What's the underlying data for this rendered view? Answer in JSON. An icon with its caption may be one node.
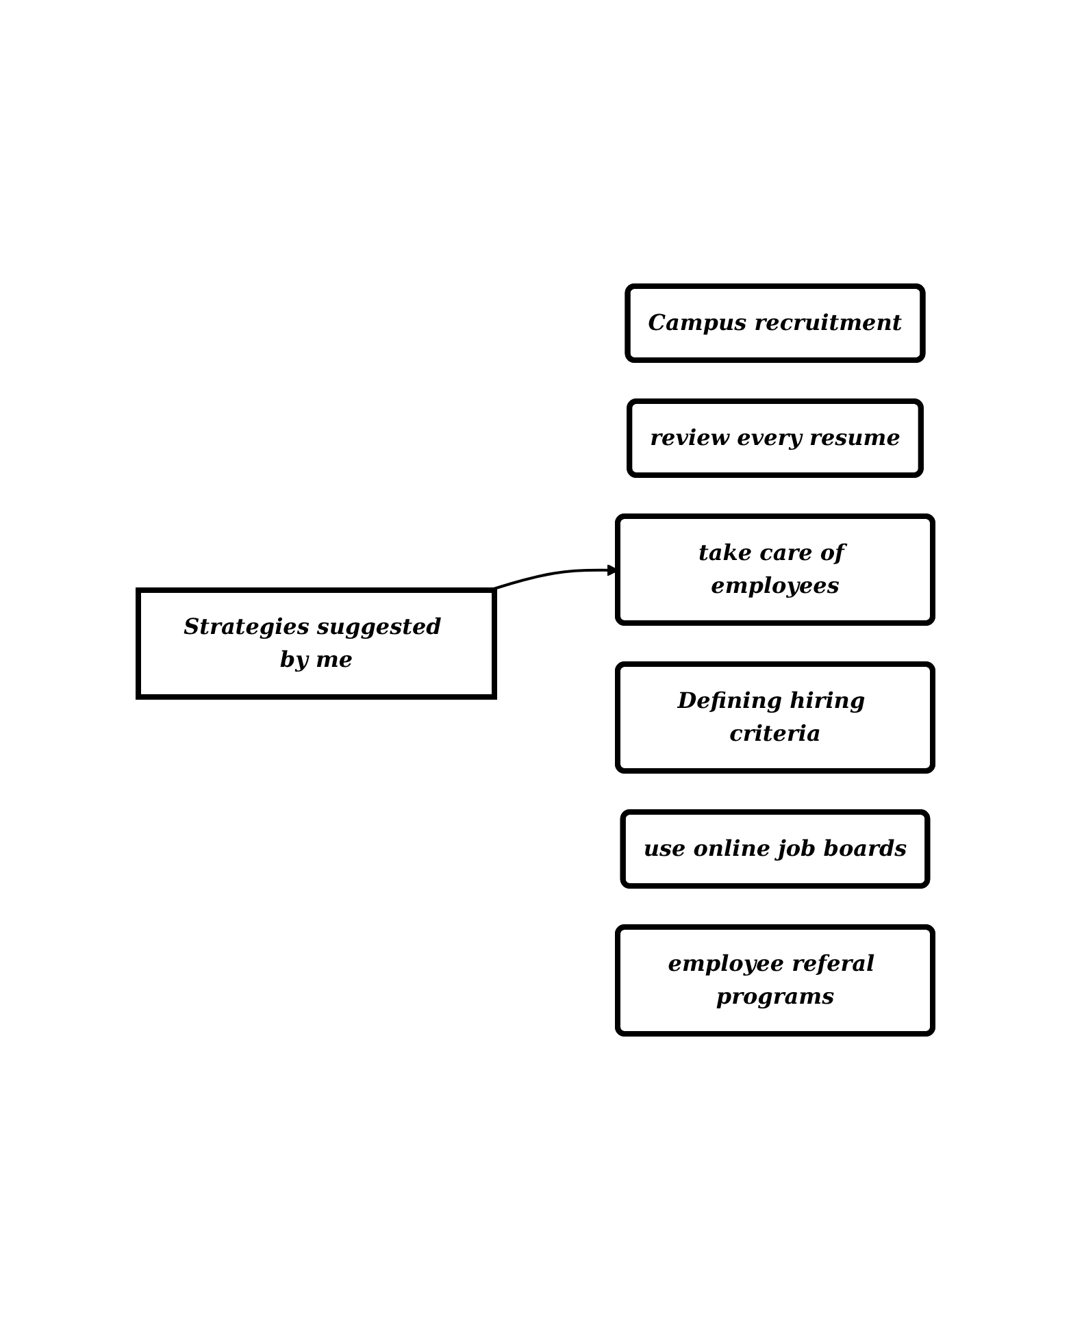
{
  "diagram": {
    "nodes": [
      {
        "text": [
          "Strategies suggested by me"
        ]
      },
      {
        "text": [
          "Campus recruitment"
        ]
      },
      {
        "text": [
          "review every resume"
        ]
      },
      {
        "text": [
          "take care of employees"
        ]
      },
      {
        "text": [
          "Defining hiring criteria"
        ]
      },
      {
        "text": [
          "use online job boards"
        ]
      },
      {
        "text": [
          "employee referal programs"
        ]
      }
    ],
    "edges": [
      {
        "from": 0,
        "to": 3,
        "arrow": "to"
      }
    ]
  }
}
